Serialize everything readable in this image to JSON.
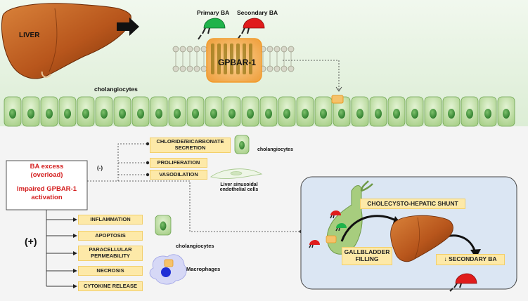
{
  "liver_label": "LIVER",
  "primary_ba": "Primary BA",
  "secondary_ba": "Secondary BA",
  "receptor": "GPBAR-1",
  "cholangiocytes_top": "cholangiocytes",
  "stimulus": {
    "line1": "BA excess",
    "line2": "(overload)",
    "line3": "Impaired GPBAR-1",
    "line4": "activation"
  },
  "minus_sign": "(-)",
  "plus_sign": "(+)",
  "inhibited_effects": [
    {
      "line1": "CHLORIDE/BICARBONATE",
      "line2": "SECRETION"
    },
    {
      "line1": "PROLIFERATION",
      "line2": ""
    },
    {
      "line1": "VASODILATION",
      "line2": ""
    }
  ],
  "cholangiocytes_mid": "cholangiocytes",
  "endothelial": {
    "line1": "Liver sinusoidal",
    "line2": "endothelial cells"
  },
  "promoted_effects": [
    {
      "line1": "INFLAMMATION",
      "line2": ""
    },
    {
      "line1": "APOPTOSIS",
      "line2": ""
    },
    {
      "line1": "PARACELLULAR",
      "line2": "PERMEABILITY"
    },
    {
      "line1": "NECROSIS",
      "line2": ""
    },
    {
      "line1": "CYTOKINE RELEASE",
      "line2": ""
    }
  ],
  "cholangiocytes_bottom": "cholangiocytes",
  "macrophages": "Macrophages",
  "shunt": "CHOLECYSTO-HEPATIC SHUNT",
  "gallbladder": {
    "line1": "GALLBLADDER",
    "line2": "FILLING"
  },
  "secondary_ba_result": "↓ SECONDARY BA",
  "colors": {
    "top_panel": "#e6f3e1",
    "cell_fill": "#c9e6b2",
    "nucleus": "#3f8f3a",
    "label_box": "#fde9a8",
    "stimulus_text": "#d41f1f",
    "right_panel": "#dbe6f3",
    "liver": "#b8561c"
  },
  "icons": [
    "liver-icon",
    "arrow-right-icon",
    "bile-acid-green-icon",
    "bile-acid-red-icon",
    "receptor-icon",
    "macrophage-icon",
    "gallbladder-icon"
  ]
}
